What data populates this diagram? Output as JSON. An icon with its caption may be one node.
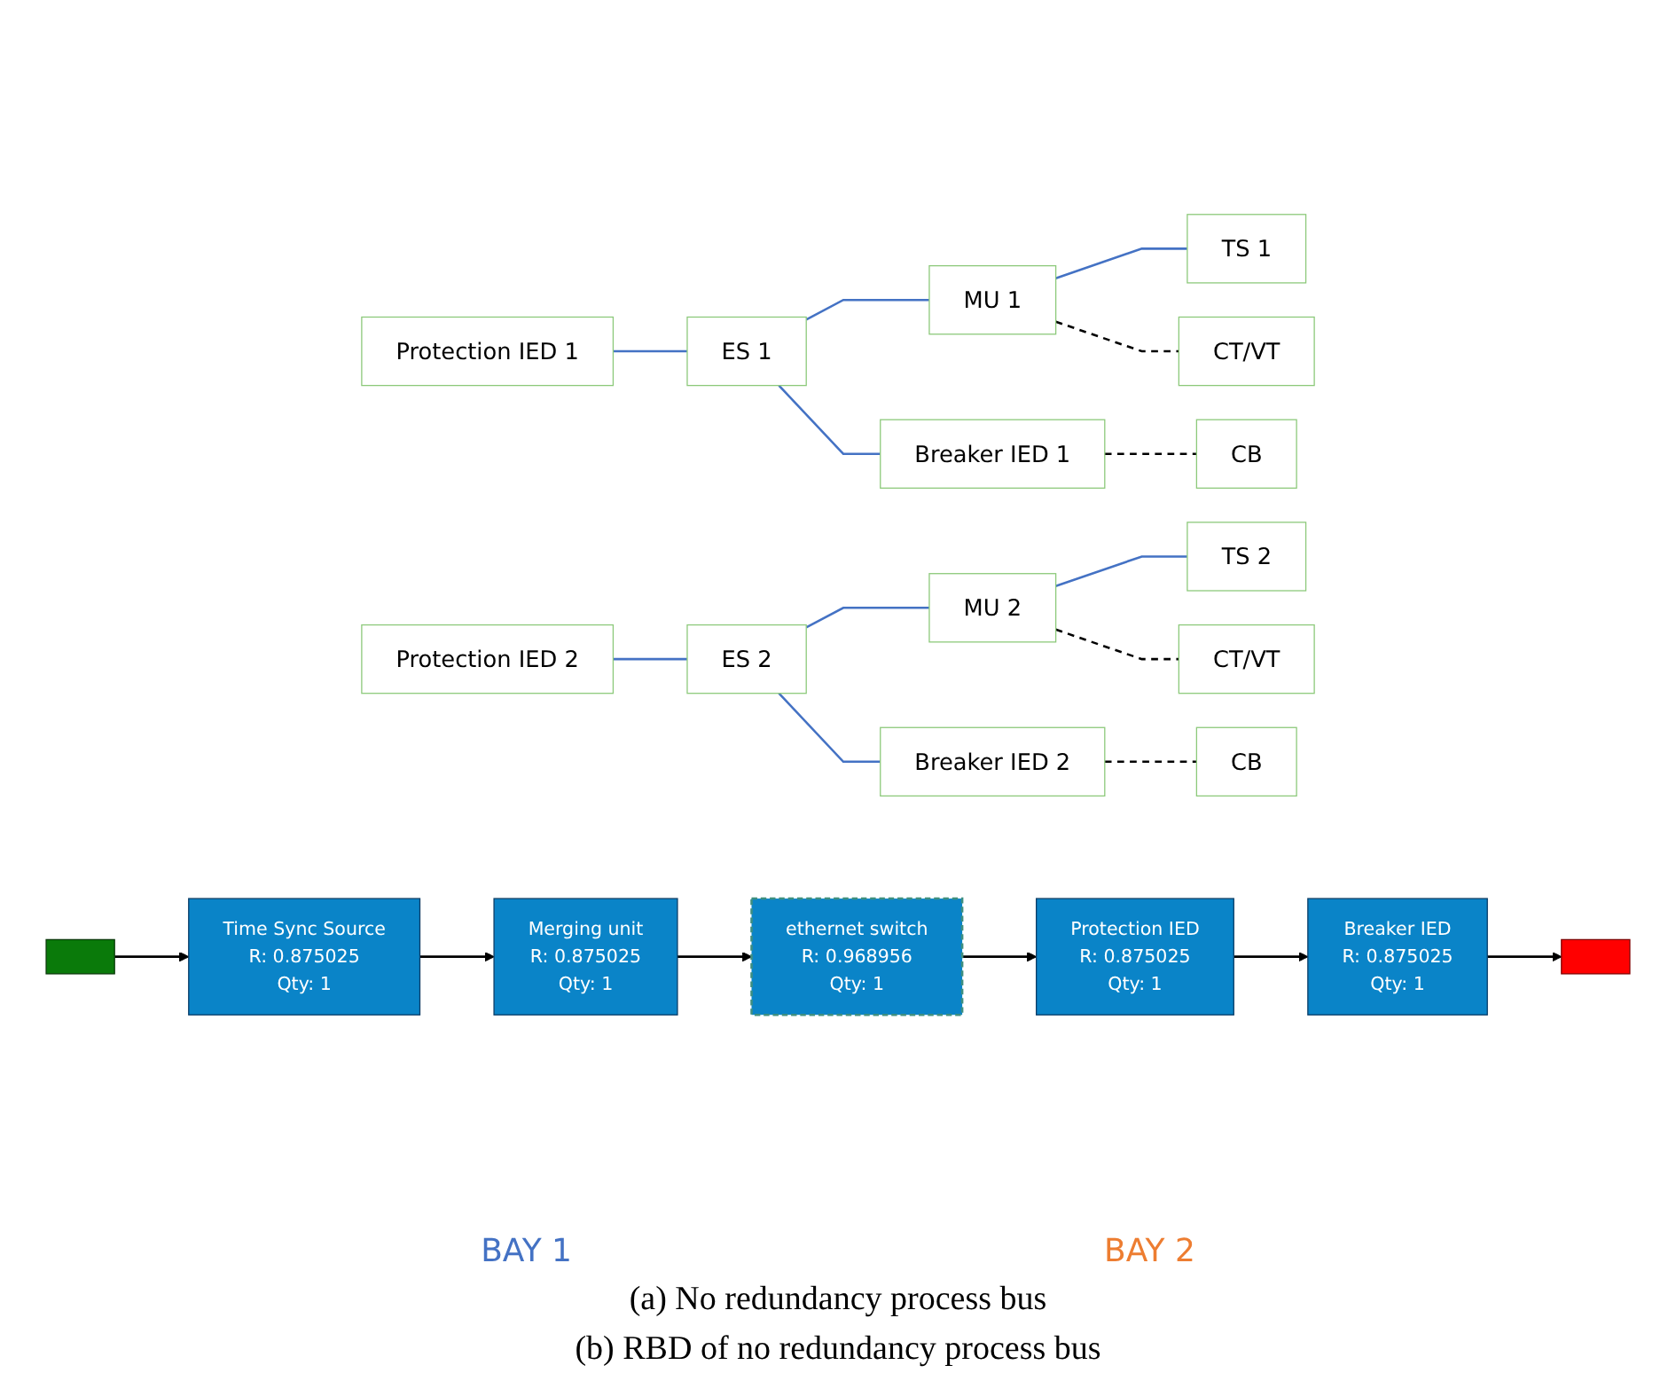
{
  "diagram": {
    "caption": "(b) RBD of no redundancy process bus",
    "nodes": [
      {
        "text": [
          "Protection IED 1"
        ]
      },
      {
        "text": [
          "ES 1"
        ]
      },
      {
        "text": [
          "MU 1"
        ]
      },
      {
        "text": [
          "Breaker IED 1"
        ]
      },
      {
        "text": [
          "TS 1"
        ]
      },
      {
        "text": [
          "CT/VT"
        ]
      },
      {
        "text": [
          "CB"
        ]
      },
      {
        "text": [
          "Protection IED 2"
        ]
      },
      {
        "text": [
          "ES 2"
        ]
      },
      {
        "text": [
          "MU 2"
        ]
      },
      {
        "text": [
          "Breaker IED 2"
        ]
      },
      {
        "text": [
          "TS 2"
        ]
      },
      {
        "text": [
          "CT/VT"
        ]
      },
      {
        "text": [
          "CB"
        ]
      },
      {
        "text": [],
        "shape": "box"
      },
      {
        "text": [
          "Time Sync Source",
          "R: 0.875025",
          "Qty: 1"
        ]
      },
      {
        "text": [
          "Merging unit",
          "R: 0.875025",
          "Qty: 1"
        ]
      },
      {
        "text": [
          "ethernet switch",
          "R: 0.968956",
          "Qty: 1"
        ]
      },
      {
        "text": [
          "Protection IED",
          "R: 0.875025",
          "Qty: 1"
        ]
      },
      {
        "text": [
          "Breaker IED",
          "R: 0.875025",
          "Qty: 1"
        ]
      },
      {
        "text": [],
        "shape": "box"
      }
    ],
    "edges": [
      {
        "from": 0,
        "to": 1,
        "arrow": "none",
        "color": "#4472c4"
      },
      {
        "from": 1,
        "to": 2,
        "arrow": "none",
        "color": "#4472c4"
      },
      {
        "from": 1,
        "to": 3,
        "arrow": "none",
        "color": "#4472c4"
      },
      {
        "from": 2,
        "to": 4,
        "arrow": "none",
        "color": "#4472c4"
      },
      {
        "from": 2,
        "to": 5,
        "arrow": "none",
        "style": "dashed"
      },
      {
        "from": 3,
        "to": 6,
        "arrow": "none",
        "style": "dashed"
      },
      {
        "from": 7,
        "to": 8,
        "arrow": "none",
        "color": "#4472c4"
      },
      {
        "from": 8,
        "to": 9,
        "arrow": "none",
        "color": "#4472c4"
      },
      {
        "from": 8,
        "to": 10,
        "arrow": "none",
        "color": "#4472c4"
      },
      {
        "from": 9,
        "to": 11,
        "arrow": "none",
        "color": "#4472c4"
      },
      {
        "from": 9,
        "to": 12,
        "arrow": "none",
        "style": "dashed"
      },
      {
        "from": 10,
        "to": 13,
        "arrow": "none",
        "style": "dashed"
      },
      {
        "from": 14,
        "to": 15,
        "arrow": "to"
      },
      {
        "from": 15,
        "to": 16,
        "arrow": "to"
      },
      {
        "from": 16,
        "to": 17,
        "arrow": "to"
      },
      {
        "from": 17,
        "to": 18,
        "arrow": "to"
      },
      {
        "from": 18,
        "to": 19,
        "arrow": "to"
      },
      {
        "from": 19,
        "to": 20,
        "arrow": "to"
      }
    ],
    "labels": [
      "BAY 1",
      "BAY 2",
      "(a) No redundancy process bus"
    ]
  }
}
